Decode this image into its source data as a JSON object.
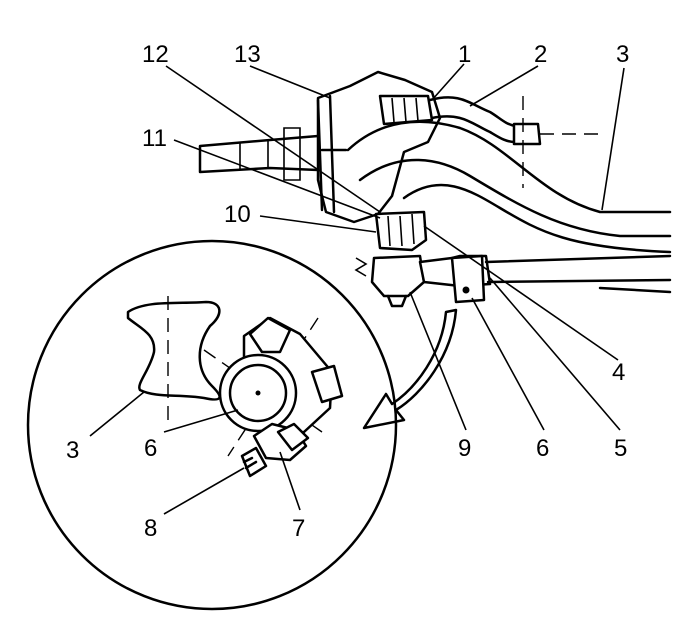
{
  "callouts": {
    "c1": "1",
    "c2": "2",
    "c3": "3",
    "c4": "4",
    "c5": "5",
    "c6": "6",
    "c9": "9",
    "c10": "10",
    "c11": "11",
    "c12": "12",
    "c13": "13",
    "d3": "3",
    "d6": "6",
    "d7": "7",
    "d8": "8"
  },
  "colors": {
    "line": "#000000",
    "background": "#ffffff"
  }
}
